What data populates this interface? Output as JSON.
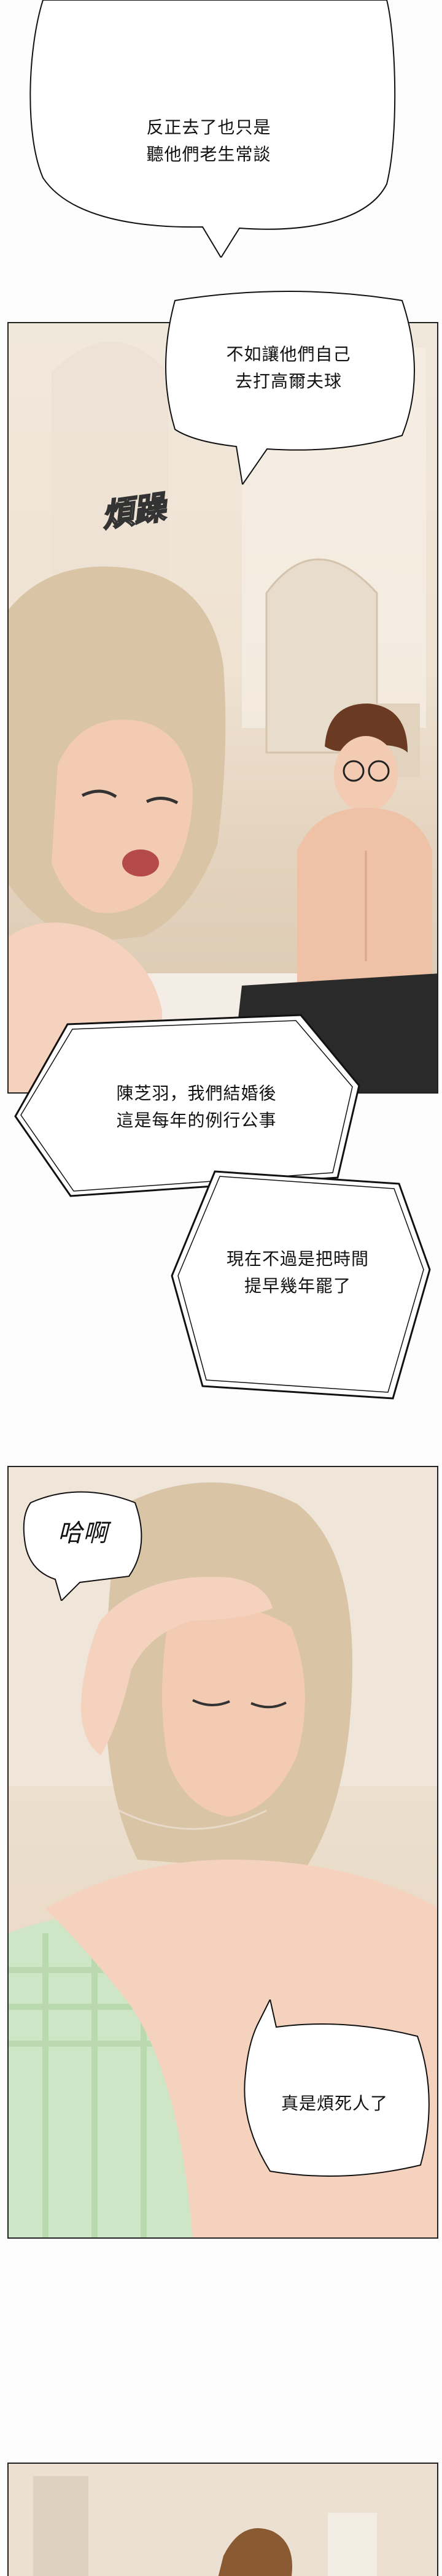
{
  "bubbles": {
    "b1": "反正去了也只是\n聽他們老生常談",
    "b2": "不如讓他們自己\n去打高爾夫球",
    "b3": "陳芝羽，我們結婚後\n這是每年的例行公事",
    "b4": "現在不過是把時間\n提早幾年罷了",
    "b5": "真是煩死人了"
  },
  "sfx": {
    "s1": "煩躁",
    "s2": "哈啊"
  },
  "colors": {
    "hair_blonde": "#d9c4a6",
    "hair_brown": "#6b3a22",
    "skin": "#f2cbb2",
    "pants": "#2a2a2a",
    "blanket_green": "#cfe6c6"
  }
}
